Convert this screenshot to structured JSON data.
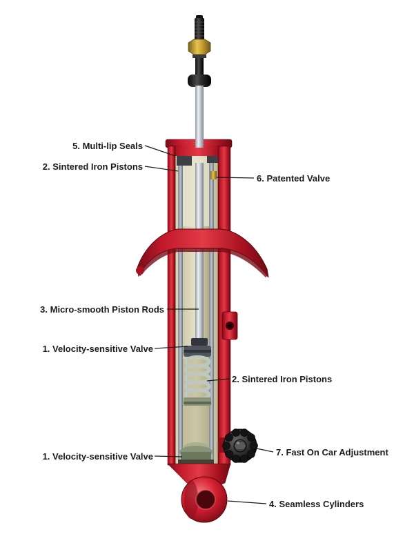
{
  "page": {
    "background": "#ffffff"
  },
  "diagram": {
    "name": "shock-absorber-cutaway",
    "colors": {
      "red": "#d41f30",
      "dark_red": "#7a0c18",
      "cream": "#e6e1c8",
      "olive": "#b3ad7a",
      "chrome": "#cfd4d9",
      "brass": "#caa233",
      "black": "#111111",
      "label_text": "#1b1b1b"
    },
    "labels": {
      "multi_lip_seals": "5. Multi-lip Seals",
      "sintered_iron_pistons_top": "2. Sintered Iron Pistons",
      "patented_valve": "6. Patented Valve",
      "micro_smooth_piston_rods": "3. Micro-smooth Piston Rods",
      "velocity_sensitive_valve_upper": "1. Velocity-sensitive Valve",
      "sintered_iron_pistons_mid": "2. Sintered Iron Pistons",
      "velocity_sensitive_valve_lower": "1. Velocity-sensitive Valve",
      "fast_on_car_adjustment": "7. Fast On Car Adjustment",
      "seamless_cylinders": "4. Seamless Cylinders"
    }
  }
}
